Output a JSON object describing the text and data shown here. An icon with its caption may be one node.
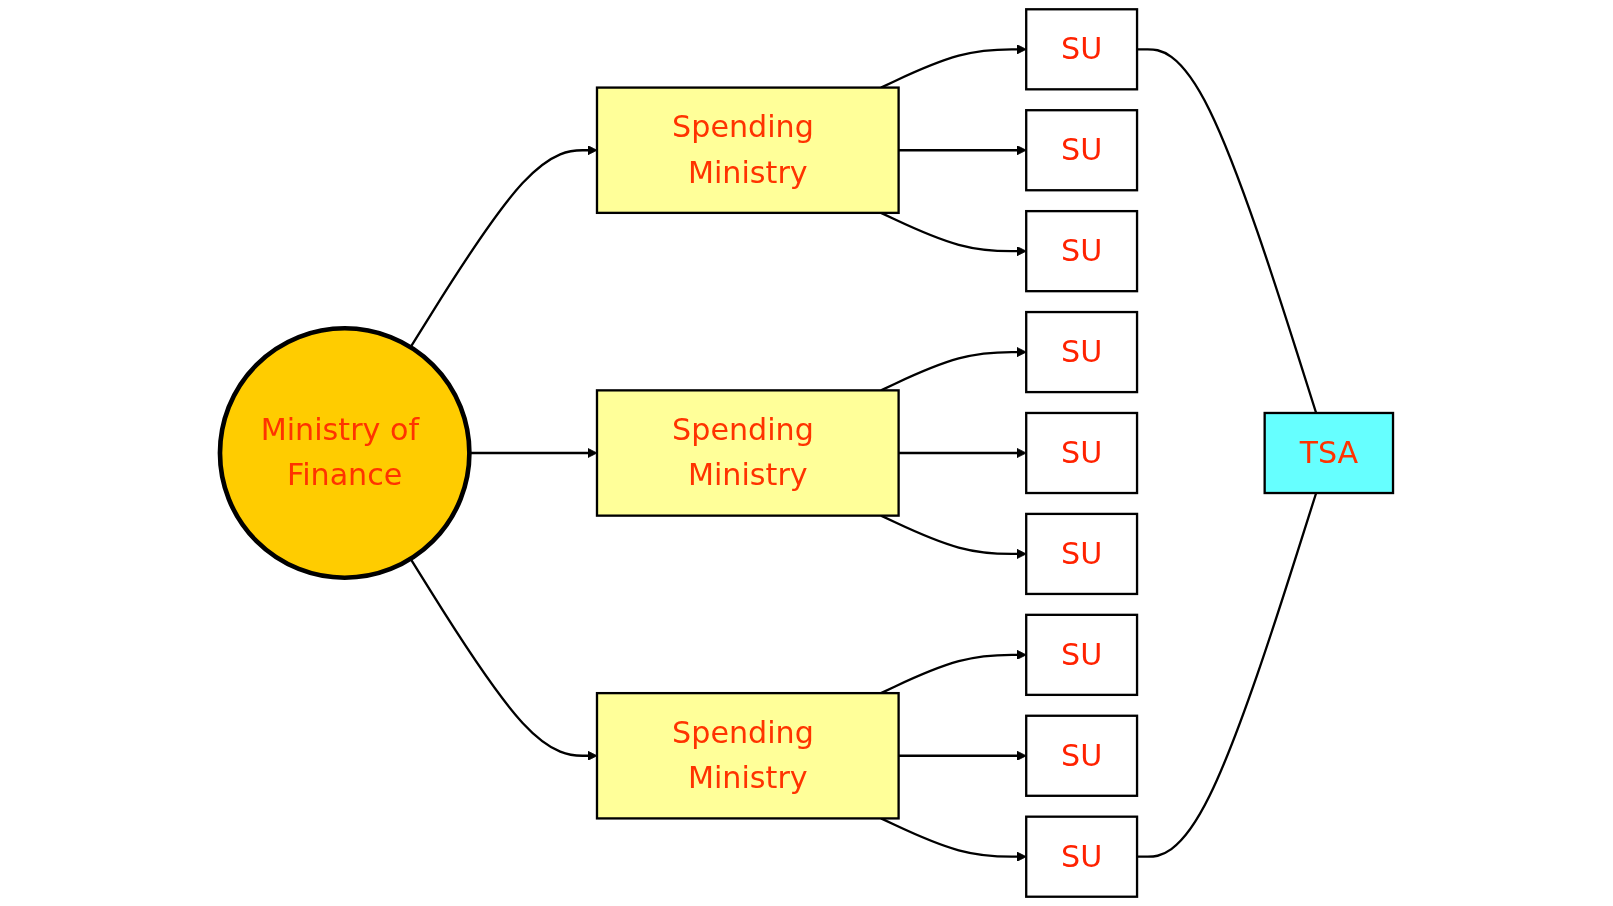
{
  "diagram": {
    "nodes": [
      {
        "text": [
          "Ministry of Finance"
        ]
      },
      {
        "text": [
          "Spending Ministry"
        ]
      },
      {
        "text": [
          "Spending Ministry"
        ]
      },
      {
        "text": [
          "Spending Ministry"
        ]
      },
      {
        "text": [
          "SU"
        ]
      },
      {
        "text": [
          "SU"
        ]
      },
      {
        "text": [
          "SU"
        ]
      },
      {
        "text": [
          "SU"
        ]
      },
      {
        "text": [
          "SU"
        ]
      },
      {
        "text": [
          "SU"
        ]
      },
      {
        "text": [
          "SU"
        ]
      },
      {
        "text": [
          "SU"
        ]
      },
      {
        "text": [
          "SU"
        ]
      },
      {
        "text": [
          "TSA"
        ]
      }
    ],
    "edges": [
      {
        "from": 0,
        "to": 1,
        "arrow": "to"
      },
      {
        "from": 0,
        "to": 2,
        "arrow": "to"
      },
      {
        "from": 0,
        "to": 3,
        "arrow": "to"
      },
      {
        "from": 1,
        "to": 4,
        "arrow": "to"
      },
      {
        "from": 1,
        "to": 5,
        "arrow": "to"
      },
      {
        "from": 1,
        "to": 6,
        "arrow": "to"
      },
      {
        "from": 2,
        "to": 7,
        "arrow": "to"
      },
      {
        "from": 2,
        "to": 8,
        "arrow": "to"
      },
      {
        "from": 2,
        "to": 9,
        "arrow": "to"
      },
      {
        "from": 3,
        "to": 10,
        "arrow": "to"
      },
      {
        "from": 3,
        "to": 11,
        "arrow": "to"
      },
      {
        "from": 3,
        "to": 12,
        "arrow": "to"
      },
      {
        "from": 4,
        "to": 13,
        "arrow": "none"
      },
      {
        "from": 12,
        "to": 13,
        "arrow": "none"
      }
    ]
  }
}
